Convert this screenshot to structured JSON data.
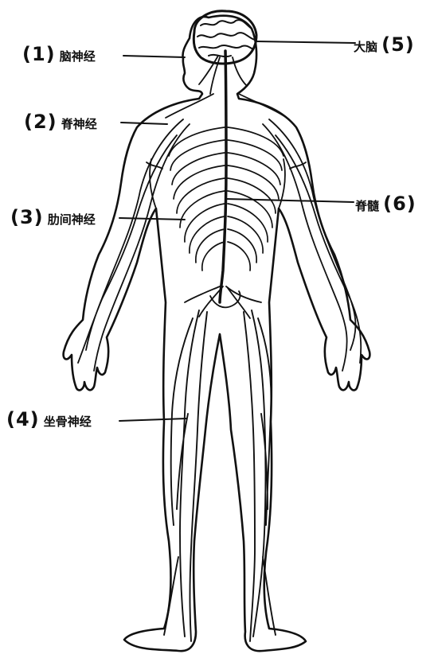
{
  "labels": [
    {
      "number": "(1)",
      "text": "脑神经"
    },
    {
      "number": "(2)",
      "text": "脊神经"
    },
    {
      "number": "(3)",
      "text": "肋间神经"
    },
    {
      "number": "(4)",
      "text": "坐骨神经"
    },
    {
      "number": "(5)",
      "text": "大脑"
    },
    {
      "number": "(6)",
      "text": "脊髓"
    }
  ]
}
